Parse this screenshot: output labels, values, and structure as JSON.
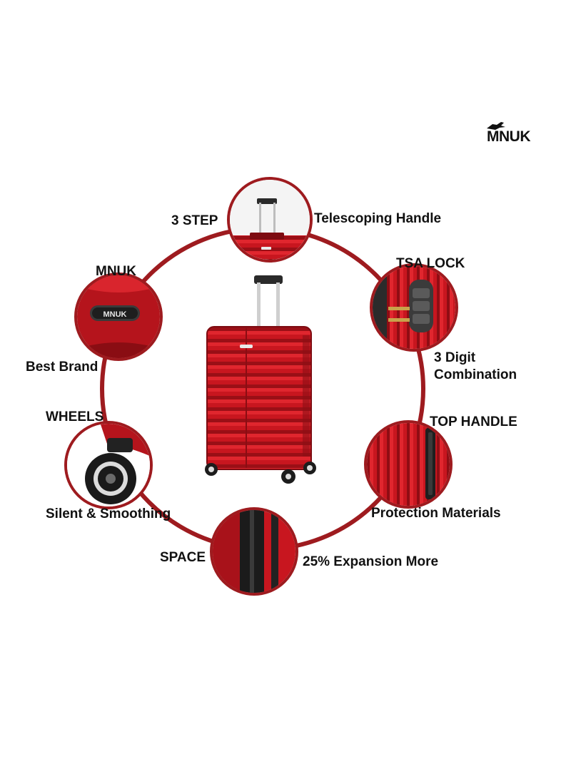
{
  "brand": {
    "logo_text": "MNUK"
  },
  "colors": {
    "ring": "#9e1b1f",
    "suitcase": "#c8161f",
    "text": "#111111"
  },
  "labels": {
    "three_step": "3 STEP",
    "telescoping_handle": "Telescoping Handle",
    "mnuk": "MNUK",
    "best_brand": "Best Brand",
    "tsa_lock": "TSA LOCK",
    "three_digit_line1": "3 Digit",
    "three_digit_line2": "Combination",
    "wheels": "WHEELS",
    "silent_smoothing": "Silent & Smoothing",
    "top_handle": "TOP HANDLE",
    "protection_materials": "Protection Materials",
    "space": "SPACE",
    "expansion": "25% Expansion More"
  },
  "badge": {
    "logo_text": "MNUK"
  }
}
